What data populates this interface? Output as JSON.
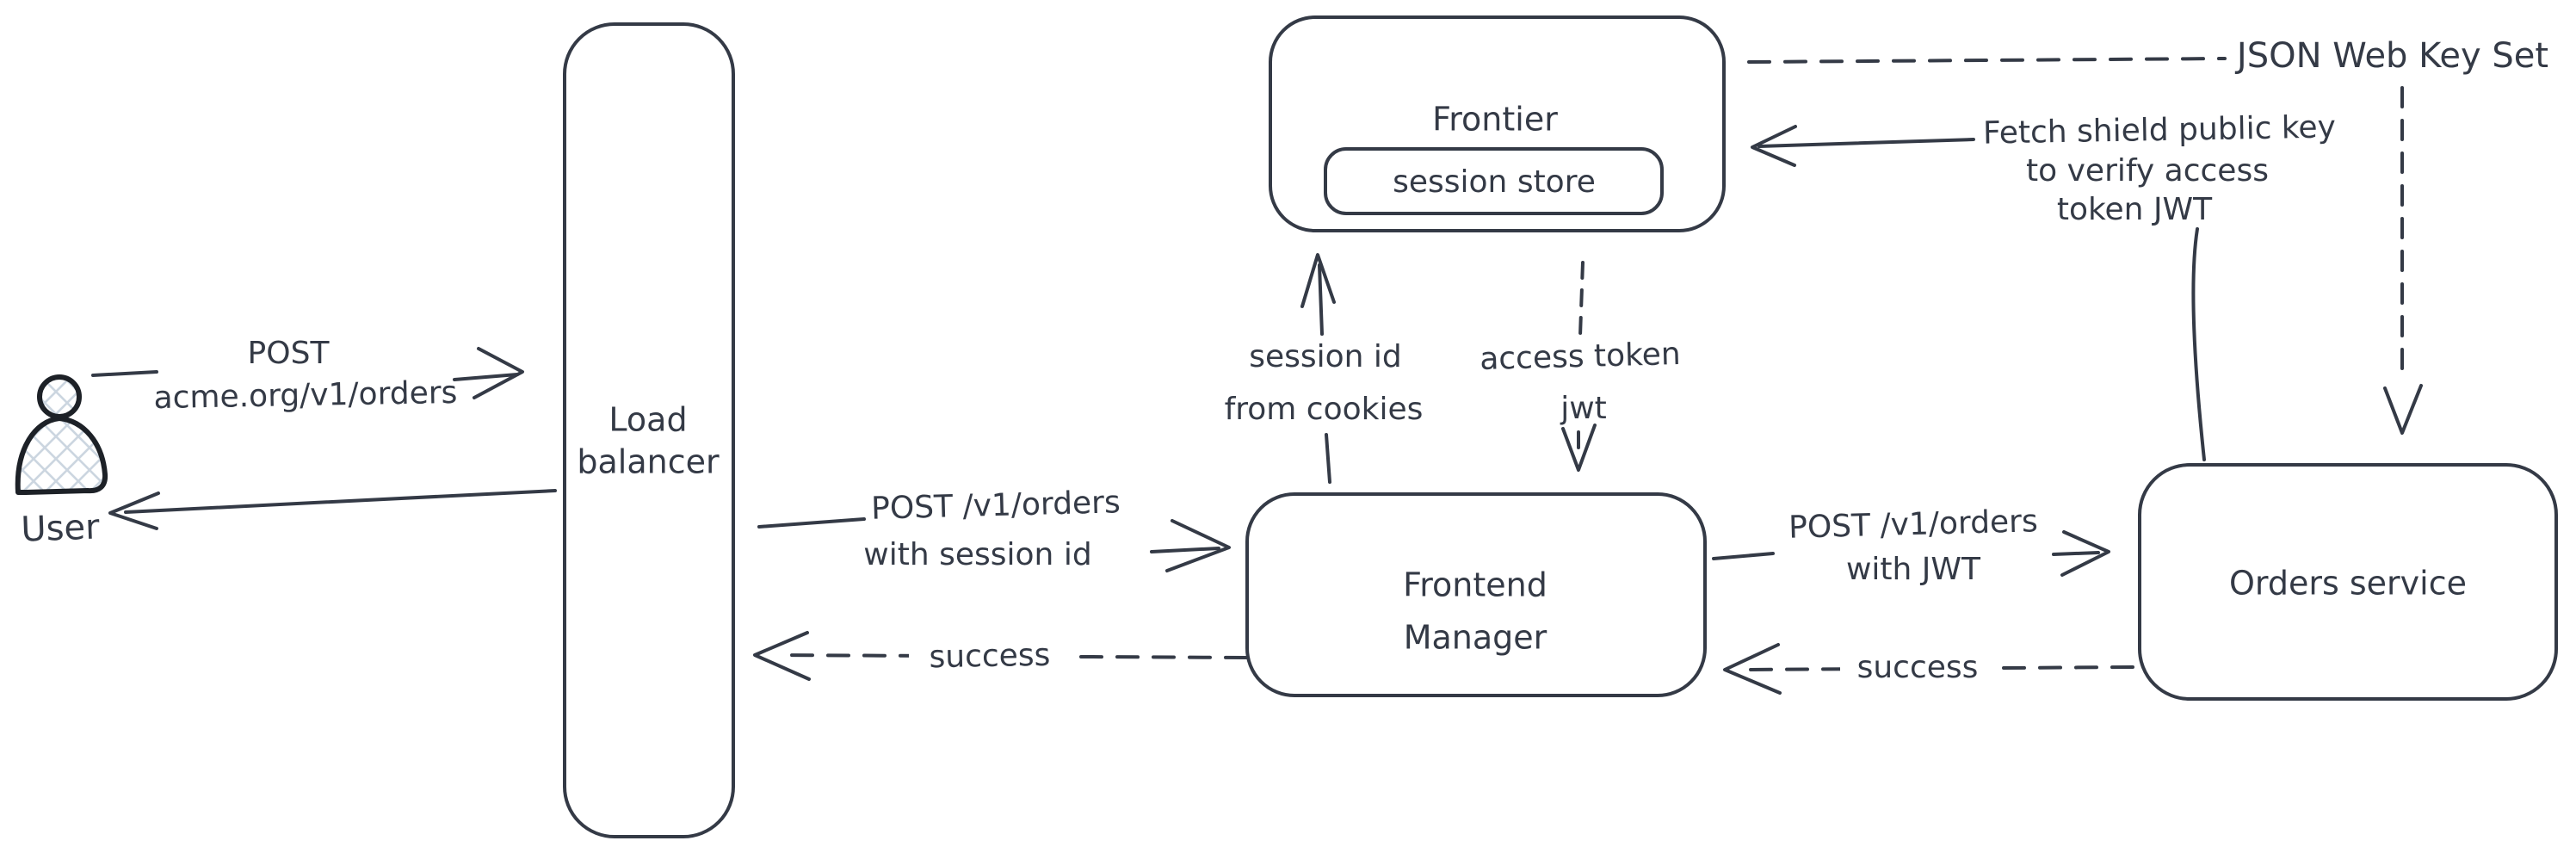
{
  "canvas": {
    "background": "#ffffff",
    "stroke_color": "#343a46",
    "user_icon_stroke": "#1d2127",
    "user_icon_fill_hatch": "#ccd6e0"
  },
  "nodes": {
    "user": {
      "label": "User"
    },
    "load_balancer": {
      "lines": [
        "Load",
        "balancer"
      ]
    },
    "frontier": {
      "label": "Frontier",
      "session_store": {
        "label": "session store"
      }
    },
    "frontend_manager": {
      "lines": [
        "Frontend",
        "Manager"
      ]
    },
    "orders_service": {
      "label": "Orders service"
    }
  },
  "edges": {
    "user_to_lb": {
      "style": "solid",
      "lines": [
        "POST",
        "acme.org/v1/orders"
      ]
    },
    "lb_to_user": {
      "style": "solid",
      "label": ""
    },
    "lb_to_fm": {
      "style": "solid",
      "lines": [
        "POST /v1/orders",
        "with session id"
      ]
    },
    "fm_to_lb": {
      "style": "dashed",
      "label": "success"
    },
    "fm_to_frontier": {
      "style": "solid",
      "lines": [
        "session id",
        "from cookies"
      ]
    },
    "frontier_to_fm": {
      "style": "dashed",
      "lines": [
        "access token",
        "jwt"
      ]
    },
    "fm_to_orders": {
      "style": "solid",
      "lines": [
        "POST /v1/orders",
        "with JWT"
      ]
    },
    "orders_to_fm": {
      "style": "dashed",
      "label": "success"
    },
    "orders_to_frontier": {
      "style": "solid",
      "lines": [
        "Fetch shield public key",
        "to verify access",
        "token JWT"
      ]
    },
    "frontier_to_jwks": {
      "style": "dashed",
      "label": "JSON Web Key Set"
    }
  }
}
